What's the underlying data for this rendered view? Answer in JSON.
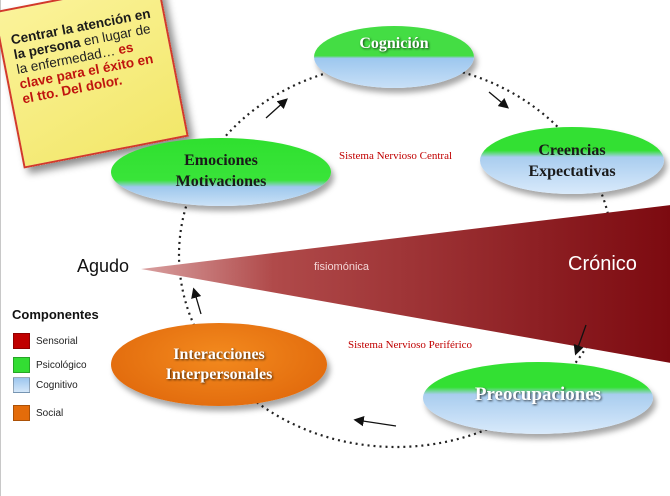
{
  "note": {
    "part1": "Centrar la atención en la persona",
    "part2": " en lugar de la enfermedad… ",
    "part3": "es clave para el éxito en el tto. Del dolor."
  },
  "nodes": {
    "cognicion": "Cognición",
    "creencias": "Creencias\nExpectativas",
    "emociones": "Emociones\nMotivaciones",
    "interacciones": "Interacciones\nInterpersonales",
    "preocupaciones": "Preocupaciones"
  },
  "labels": {
    "snc": "Sistema Nervioso Central",
    "snp": "Sistema Nervioso Periférico",
    "agudo": "Agudo",
    "cronico": "Crónico",
    "fisiomonica": "fisiomónica"
  },
  "legend": {
    "title": "Componentes",
    "items": [
      {
        "label": "Sensorial",
        "color": "#c00000"
      },
      {
        "label": "Psicológico",
        "color": "#33dd33"
      },
      {
        "label": "Cognitivo",
        "color": "#9cc6ee"
      },
      {
        "label": "Social",
        "color": "#e46c0a"
      }
    ]
  },
  "colors": {
    "wedge": "#8b0f15",
    "wedge_light": "#d79090",
    "text_red": "#c00000"
  }
}
